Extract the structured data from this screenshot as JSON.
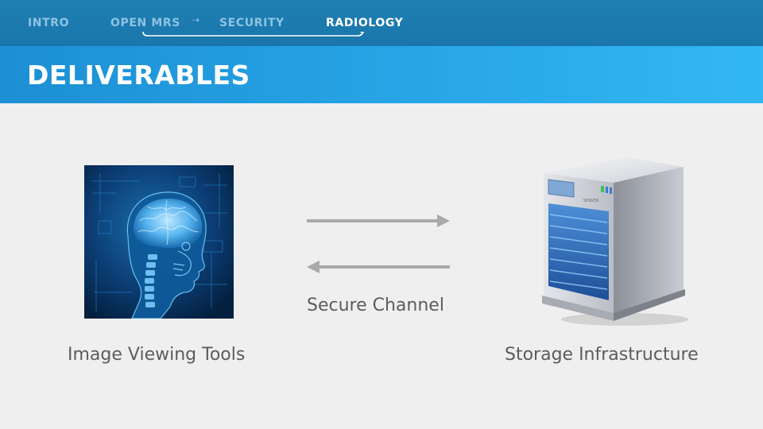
{
  "nav": {
    "items": [
      {
        "label": "INTRO",
        "active": false
      },
      {
        "label": "OPEN MRS",
        "active": false
      },
      {
        "label": "SECURITY",
        "active": false
      },
      {
        "label": "RADIOLOGY",
        "active": true
      }
    ],
    "separator_icon": "right-arrow-icon"
  },
  "header": {
    "title": "DELIVERABLES"
  },
  "content": {
    "left": {
      "icon": "brain-xray-image",
      "caption": "Image Viewing Tools"
    },
    "middle": {
      "icons": [
        "right-arrow-icon",
        "left-arrow-icon"
      ],
      "caption": "Secure Channel"
    },
    "right": {
      "icon": "server-image",
      "caption": "Storage Infrastructure"
    }
  },
  "colors": {
    "nav_bg": "#1f7fb4",
    "header_band": "#27a6e6",
    "nav_inactive": "#8cc3e2",
    "nav_active": "#ffffff",
    "background": "#efefef",
    "caption_text": "#5c5c5c",
    "arrow": "#a9a9a9"
  }
}
